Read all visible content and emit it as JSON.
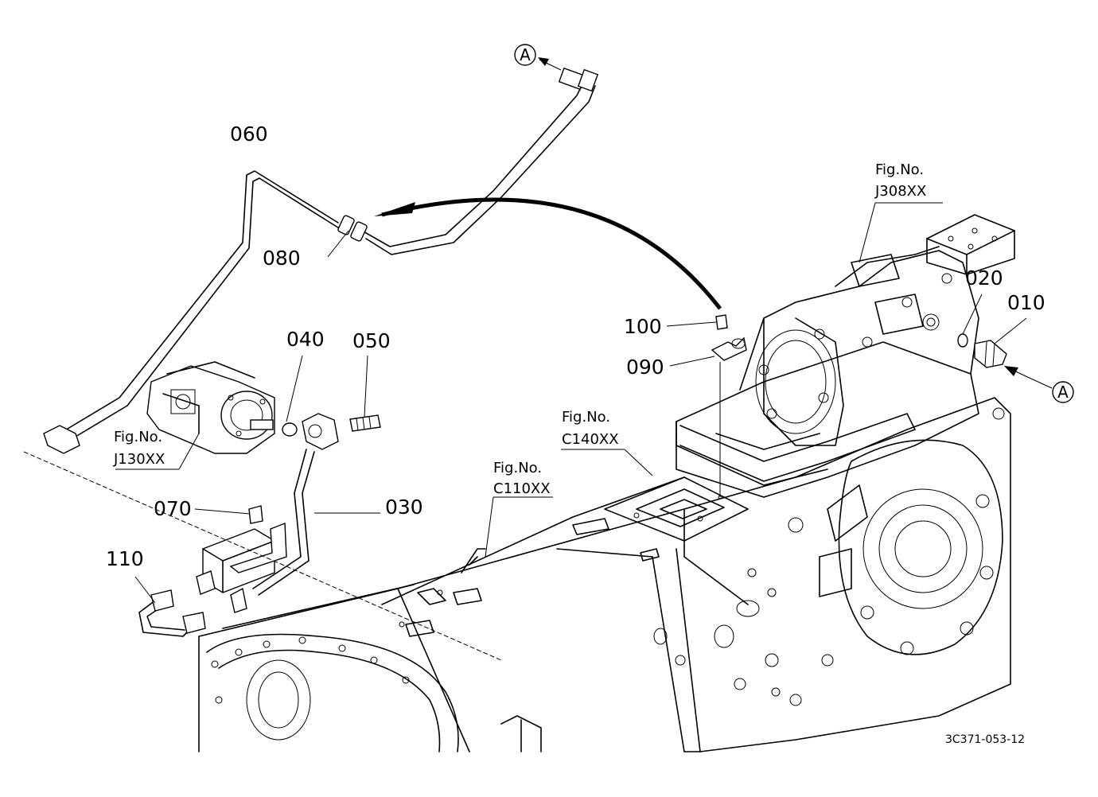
{
  "callouts": {
    "p010": "010",
    "p020": "020",
    "p030": "030",
    "p040": "040",
    "p050": "050",
    "p060": "060",
    "p070": "070",
    "p080": "080",
    "p090": "090",
    "p100": "100",
    "p110": "110"
  },
  "figure_refs": {
    "fig_label": "Fig.No.",
    "j308": "J308XX",
    "j130": "J130XX",
    "c140": "C140XX",
    "c110": "C110XX"
  },
  "connection_marks": {
    "top": "A",
    "right": "A"
  },
  "drawing_code": "3C371-053-12"
}
